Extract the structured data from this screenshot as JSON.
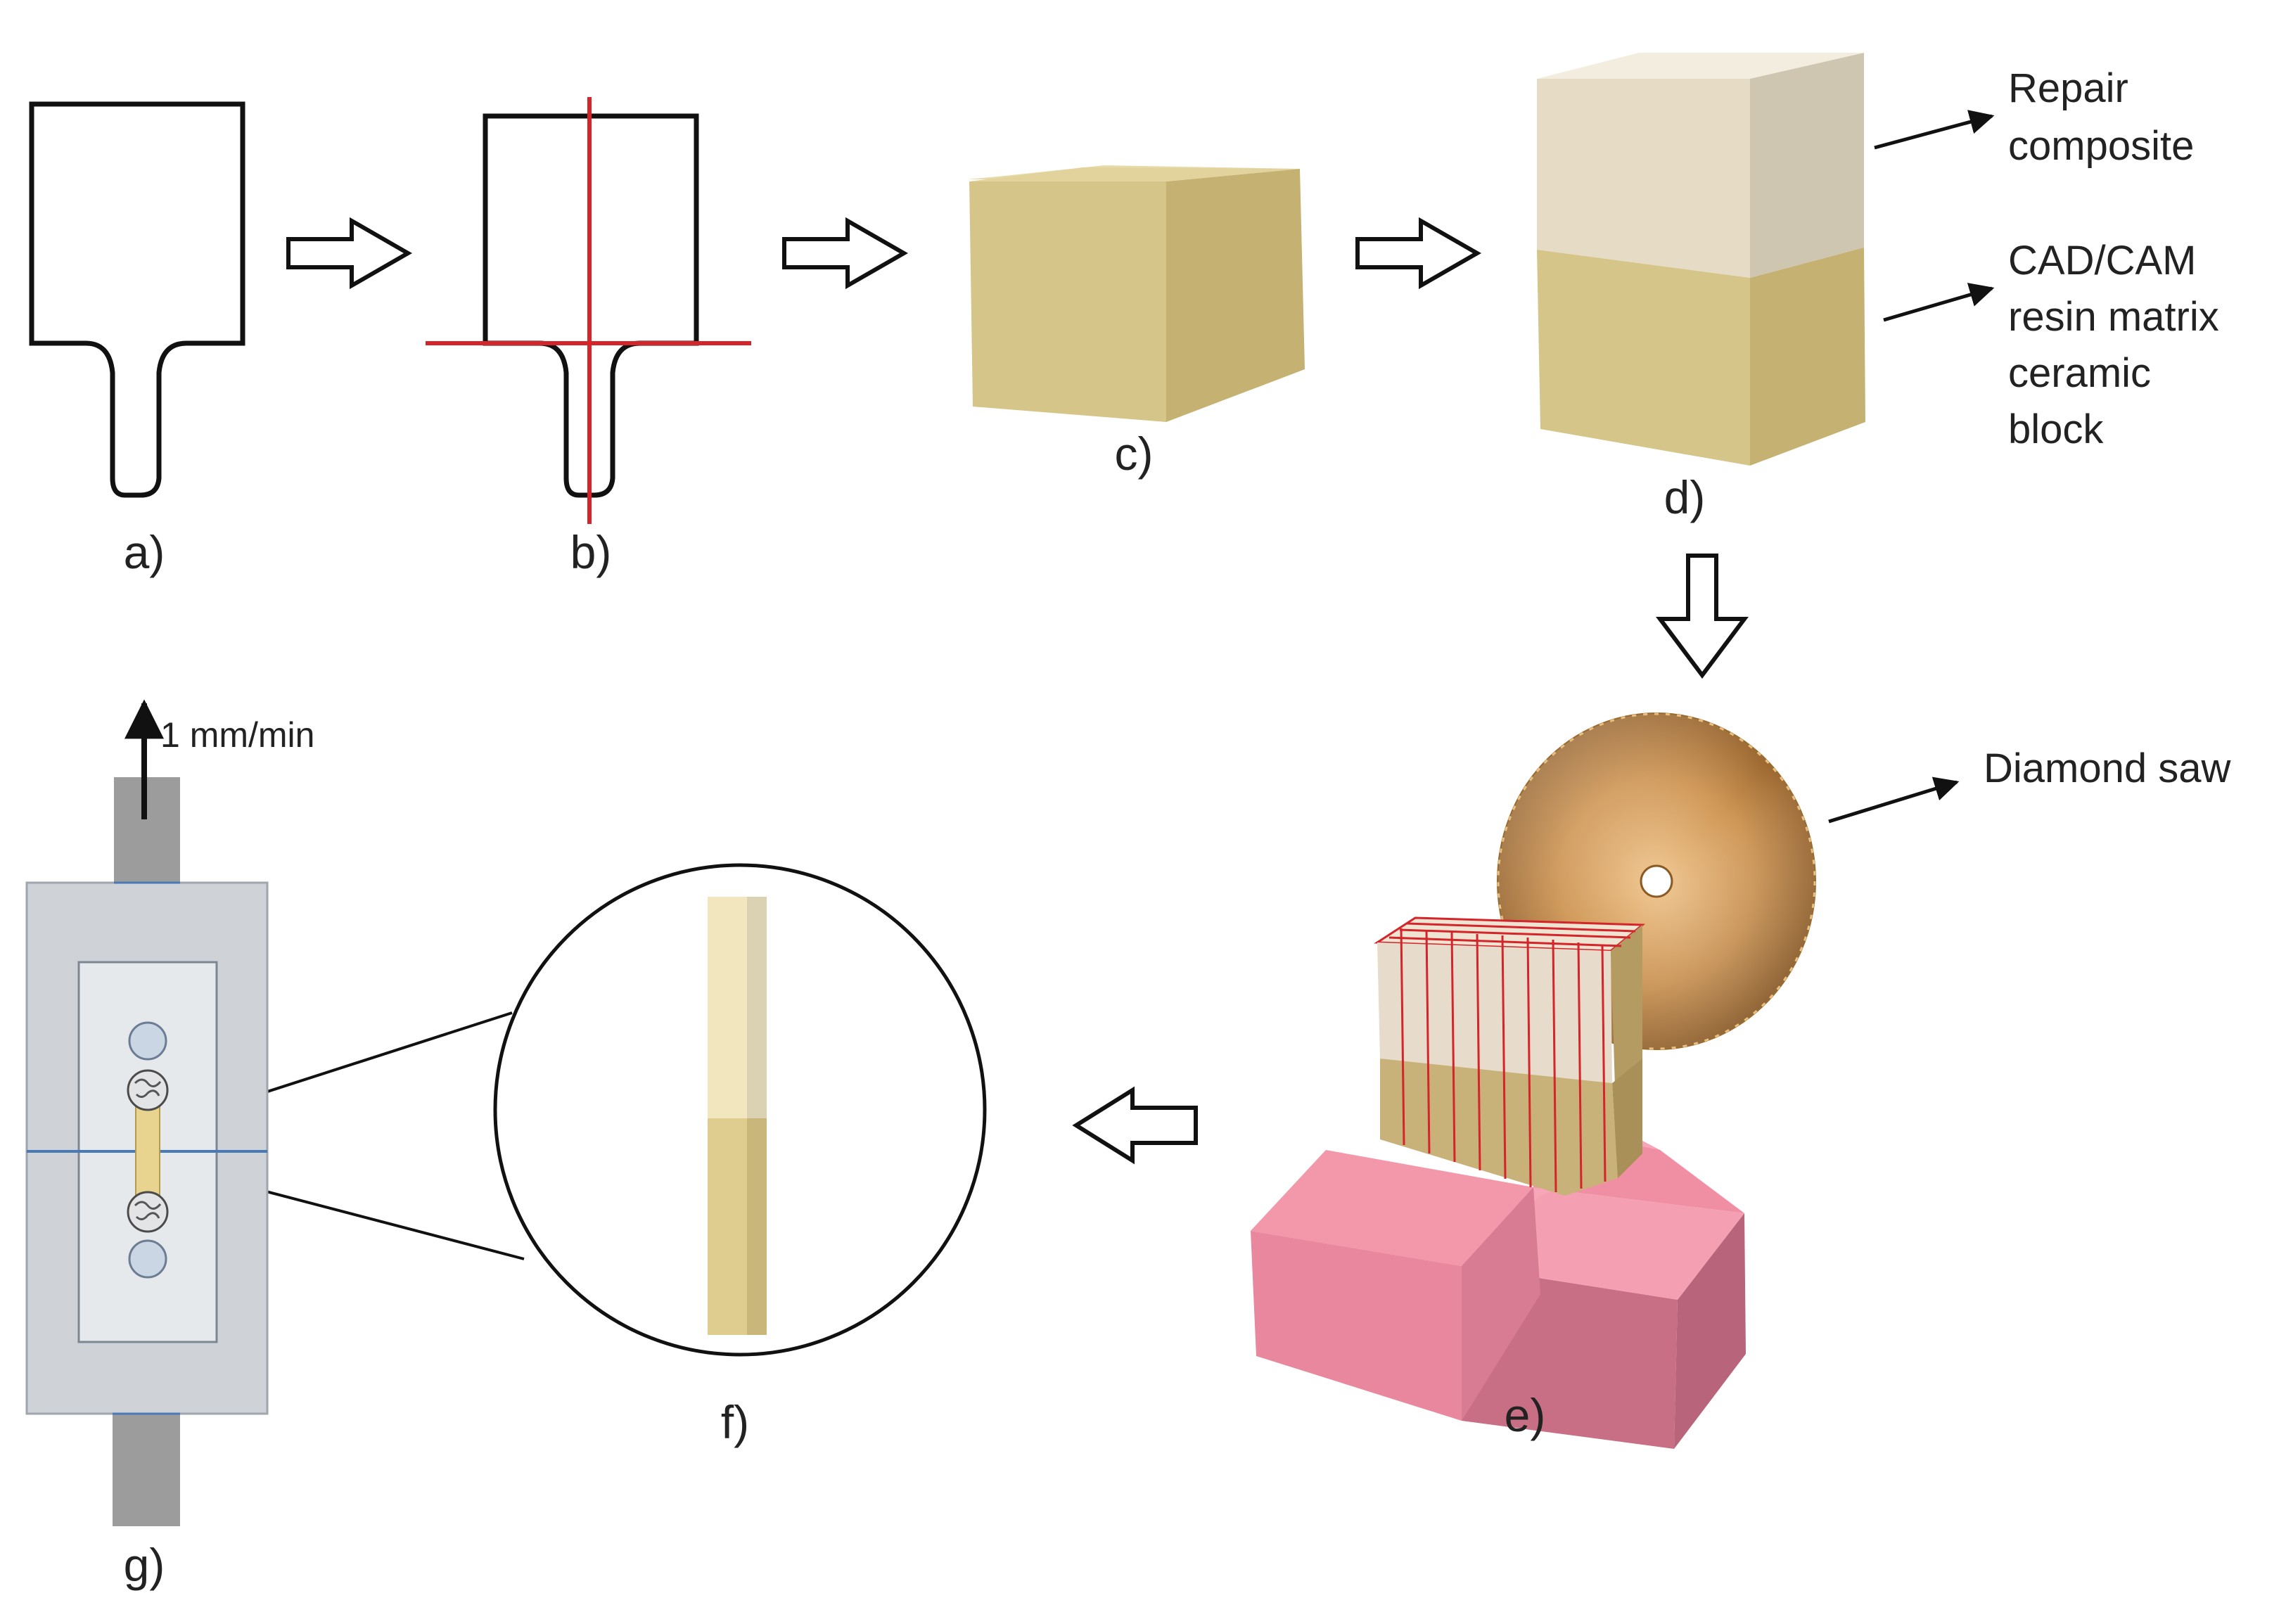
{
  "panels": {
    "a": "a)",
    "b": "b)",
    "c": "c)",
    "d": "d)",
    "e": "e)",
    "f": "f)",
    "g": "g)"
  },
  "annotations": {
    "repair_composite": [
      "Repair",
      "composite"
    ],
    "cad_cam_block": [
      "CAD/CAM",
      "resin matrix",
      "ceramic",
      "block"
    ],
    "diamond_saw": "Diamond saw",
    "pull_rate": "1 mm/min"
  },
  "colors": {
    "outline": "#111111",
    "cut_line": "#d4252b",
    "ceramic_front": "#d6c589",
    "ceramic_top": "#e4d6a4",
    "ceramic_side": "#c5b172",
    "composite_front": "#e6dcc6",
    "composite_top": "#f3ede0",
    "composite_side": "#cfc6b2",
    "saw": "#c99050",
    "mount_front": "#e8879d",
    "mount_top": "#f397ab",
    "mount_side": "#bf6b80",
    "jig": "#cfd3d8",
    "jig_border": "#4a7ab5"
  }
}
